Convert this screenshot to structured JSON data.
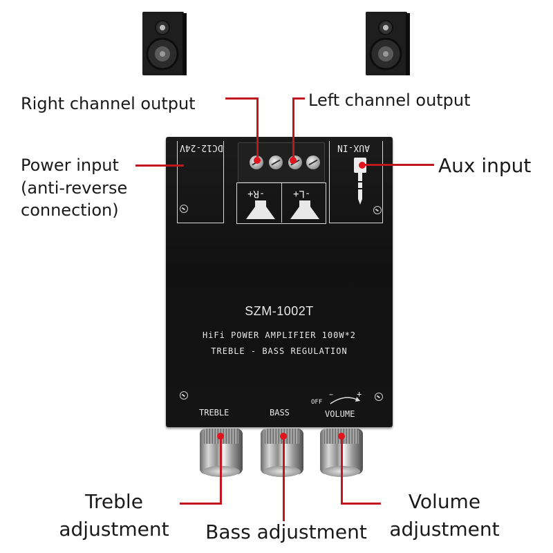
{
  "labels": {
    "right_channel_output": "Right channel output",
    "left_channel_output": "Left channel output",
    "power_input": [
      "Power input",
      "(anti-reverse",
      "connection)"
    ],
    "aux_input": "Aux input",
    "treble_adjustment": [
      "Treble",
      "adjustment"
    ],
    "bass_adjustment": "Bass adjustment",
    "volume_adjustment": [
      "Volume",
      "adjustment"
    ]
  },
  "board": {
    "model": "SZM-1002T",
    "line1": "HiFi POWER AMPLIFIER 100W*2",
    "line2": "TREBLE - BASS  REGULATION",
    "power_marking": "DC12-24V",
    "aux_marking": "AUX-IN",
    "right_marking": "-R+",
    "left_marking": "-L+",
    "knob_treble": "TREBLE",
    "knob_bass": "BASS",
    "knob_volume": "VOLUME",
    "volume_off": "OFF",
    "volume_minus": "−",
    "volume_plus": "+"
  },
  "colors": {
    "leader": "#c0161d",
    "board": "#141414",
    "text": "#1a1a1a"
  },
  "icons": [
    "speaker-icon",
    "speaker-icon",
    "audio-jack-icon",
    "screw-icon"
  ]
}
